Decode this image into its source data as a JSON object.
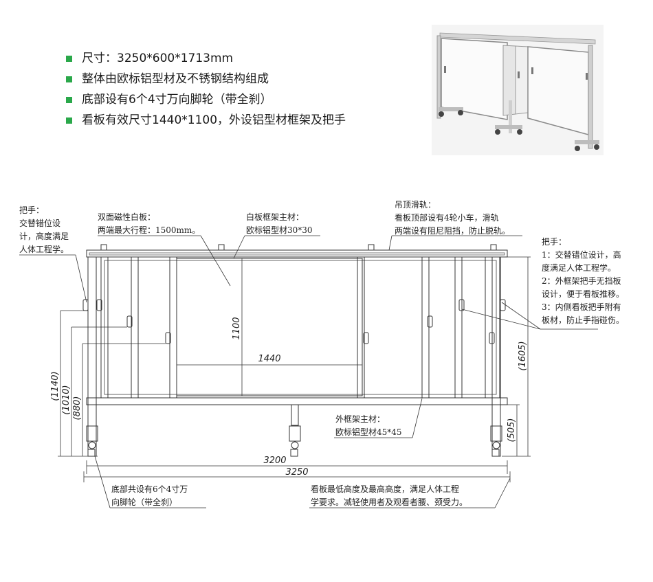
{
  "specs": [
    "尺寸：3250*600*1713mm",
    "整体由欧标铝型材及不锈钢结构组成",
    "底部设有6个4寸万向脚轮（带全刹）",
    "看板有效尺寸1440*1100，外设铝型材框架及把手"
  ],
  "notes": {
    "handle_left": [
      "把手：",
      "交替错位设",
      "计，高度满足",
      "人体工程学。"
    ],
    "board": [
      "双面磁性白板：",
      "两端最大行程：1500mm。"
    ],
    "frame_main": [
      "白板框架主材：",
      "欧标铝型材30*30"
    ],
    "rail": [
      "吊顶滑轨：",
      "看板顶部设有4轮小车，滑轨",
      "两端设有阻尼阻挡，防止脱轨。"
    ],
    "handle_right": [
      "把手：",
      "1：交替错位设计，高",
      "度满足人体工程学。",
      "2：外框架把手无挡板",
      "设计，便于看板推移。",
      "3：内侧看板把手附有",
      "板材，防止手指碰伤。"
    ],
    "outer_frame": [
      "外框架主材：",
      "欧标铝型材45*45"
    ],
    "casters": [
      "底部共设有6个4寸万",
      "向脚轮（带全刹）"
    ],
    "height_range": [
      "看板最低高度及最高高度，满足人体工程",
      "学要求。减轻使用者及观看者腰、颈受力。"
    ]
  },
  "dimensions": {
    "board_height": "1100",
    "board_width": "1440",
    "inner_width": "3200",
    "total_width": "3250",
    "h1140": "(1140)",
    "h1010": "(1010)",
    "h880": "(880)",
    "h1605": "(1605)",
    "h505": "(505)"
  }
}
